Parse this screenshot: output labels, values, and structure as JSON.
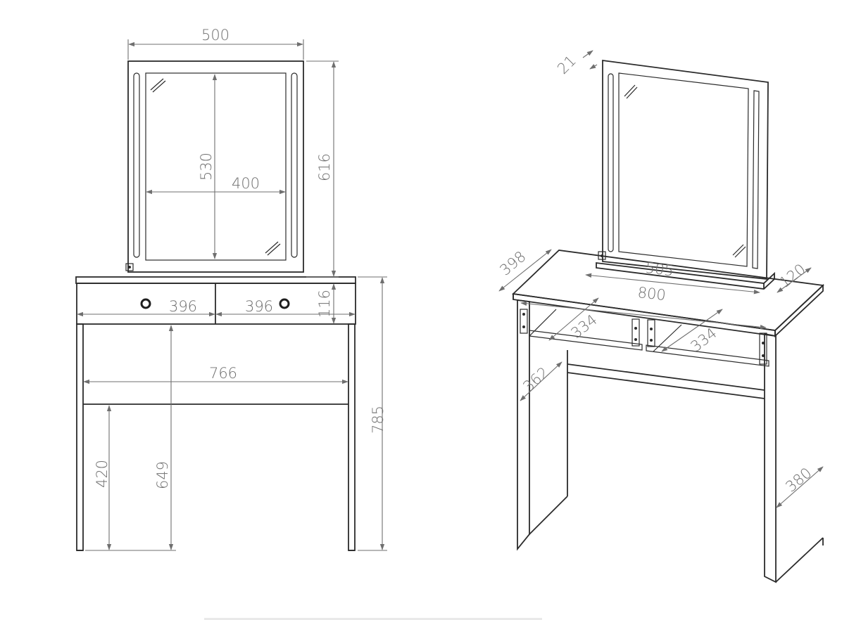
{
  "front_view": {
    "mirror_width": "500",
    "mirror_height": "616",
    "glass_height": "530",
    "glass_width": "400",
    "drawer_left_width": "396",
    "drawer_right_width": "396",
    "drawer_height": "116",
    "inner_width": "766",
    "total_height": "785",
    "under_shelf_height": "420",
    "under_drawer_height": "649"
  },
  "iso_view": {
    "mirror_thickness": "21",
    "depth": "398",
    "mirror_base_width": "505",
    "mirror_base_depth": "120",
    "top_width": "800",
    "drawer_left_depth": "334",
    "drawer_right_depth": "334",
    "inner_depth": "362",
    "side_depth": "380"
  }
}
